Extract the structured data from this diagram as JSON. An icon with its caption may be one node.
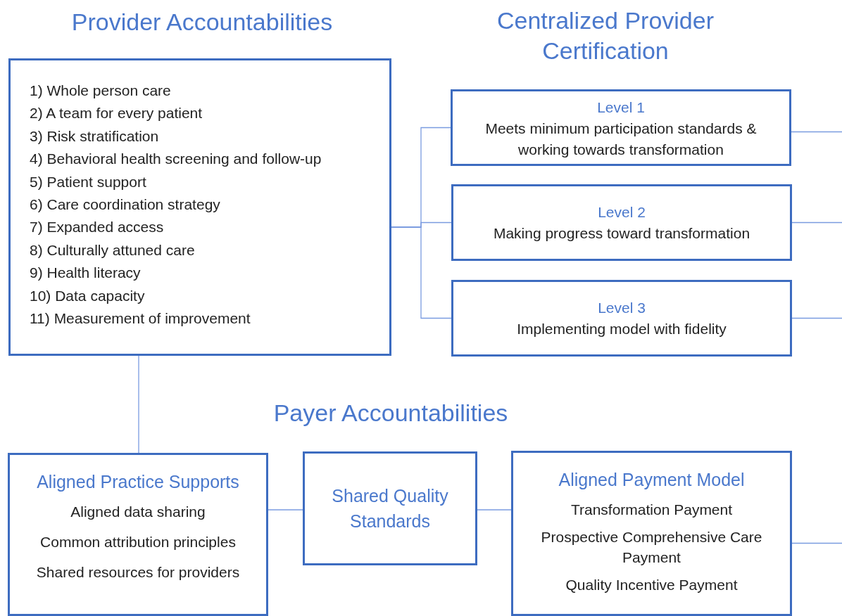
{
  "diagram": {
    "nodes": [
      {
        "text": [
          "Provider Accountabilities",
          "1) Whole person care",
          "2) A team for every patient",
          "3) Risk stratification",
          "4) Behavioral health screening and follow-up",
          "5) Patient support",
          "6) Care coordination strategy",
          "7) Expanded access",
          "8) Culturally attuned care",
          "9) Health literacy",
          "10) Data capacity",
          "11) Measurement of improvement"
        ]
      },
      {
        "text": [
          "Level 1",
          "Meets minimum participation standards & working towards transformation"
        ]
      },
      {
        "text": [
          "Level 2",
          "Making progress toward transformation"
        ]
      },
      {
        "text": [
          "Level 3",
          "Implementing model with fidelity"
        ]
      },
      {
        "text": [
          "Aligned Practice Supports",
          "Aligned data sharing",
          "Common attribution principles",
          "Shared resources for providers"
        ]
      },
      {
        "text": [
          "Shared Quality Standards"
        ]
      },
      {
        "text": [
          "Aligned Payment Model",
          "Transformation Payment",
          "Prospective Comprehensive Care Payment",
          "Quality Incentive Payment"
        ]
      }
    ],
    "edges": [
      {
        "from": 0,
        "to": 1,
        "arrow": "none"
      },
      {
        "from": 0,
        "to": 2,
        "arrow": "none"
      },
      {
        "from": 0,
        "to": 3,
        "arrow": "none"
      },
      {
        "from": 1,
        "to": null,
        "arrow": "none"
      },
      {
        "from": 2,
        "to": null,
        "arrow": "none"
      },
      {
        "from": 3,
        "to": null,
        "arrow": "none"
      },
      {
        "from": 0,
        "to": 4,
        "arrow": "none"
      },
      {
        "from": 4,
        "to": 5,
        "arrow": "none"
      },
      {
        "from": 5,
        "to": 6,
        "arrow": "none"
      },
      {
        "from": 6,
        "to": null,
        "arrow": "none"
      }
    ],
    "labels": [
      "Centralized Provider Certification",
      "Payer Accountabilities"
    ]
  }
}
